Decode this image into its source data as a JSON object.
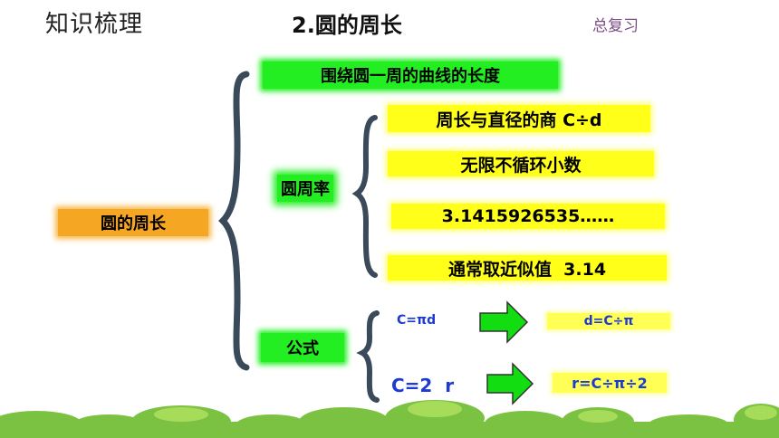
{
  "header": {
    "section_title": "知识梳理",
    "lesson_title": "2.圆的周长",
    "review_label": "总复习"
  },
  "diagram": {
    "root": "圆的周长",
    "definition": "围绕圆一周的曲线的长度",
    "pi": {
      "label": "圆周率",
      "items": [
        "周长与直径的商 C÷d",
        "无限不循环小数",
        "3.1415926535……",
        "通常取近似值  3.14"
      ]
    },
    "formula": {
      "label": "公式",
      "row1": {
        "from": "C=πd",
        "to": "d=C÷π"
      },
      "row2": {
        "from": "C=2  r",
        "to": "r=C÷π÷2"
      }
    }
  },
  "colors": {
    "green": "#22ee22",
    "yellow": "#ffff1a",
    "orange": "#f5a623",
    "bracket": "#3a4a5a",
    "formula_text": "#1d3bd1",
    "arrow": "#11dd11",
    "grass": "#7cc242"
  }
}
